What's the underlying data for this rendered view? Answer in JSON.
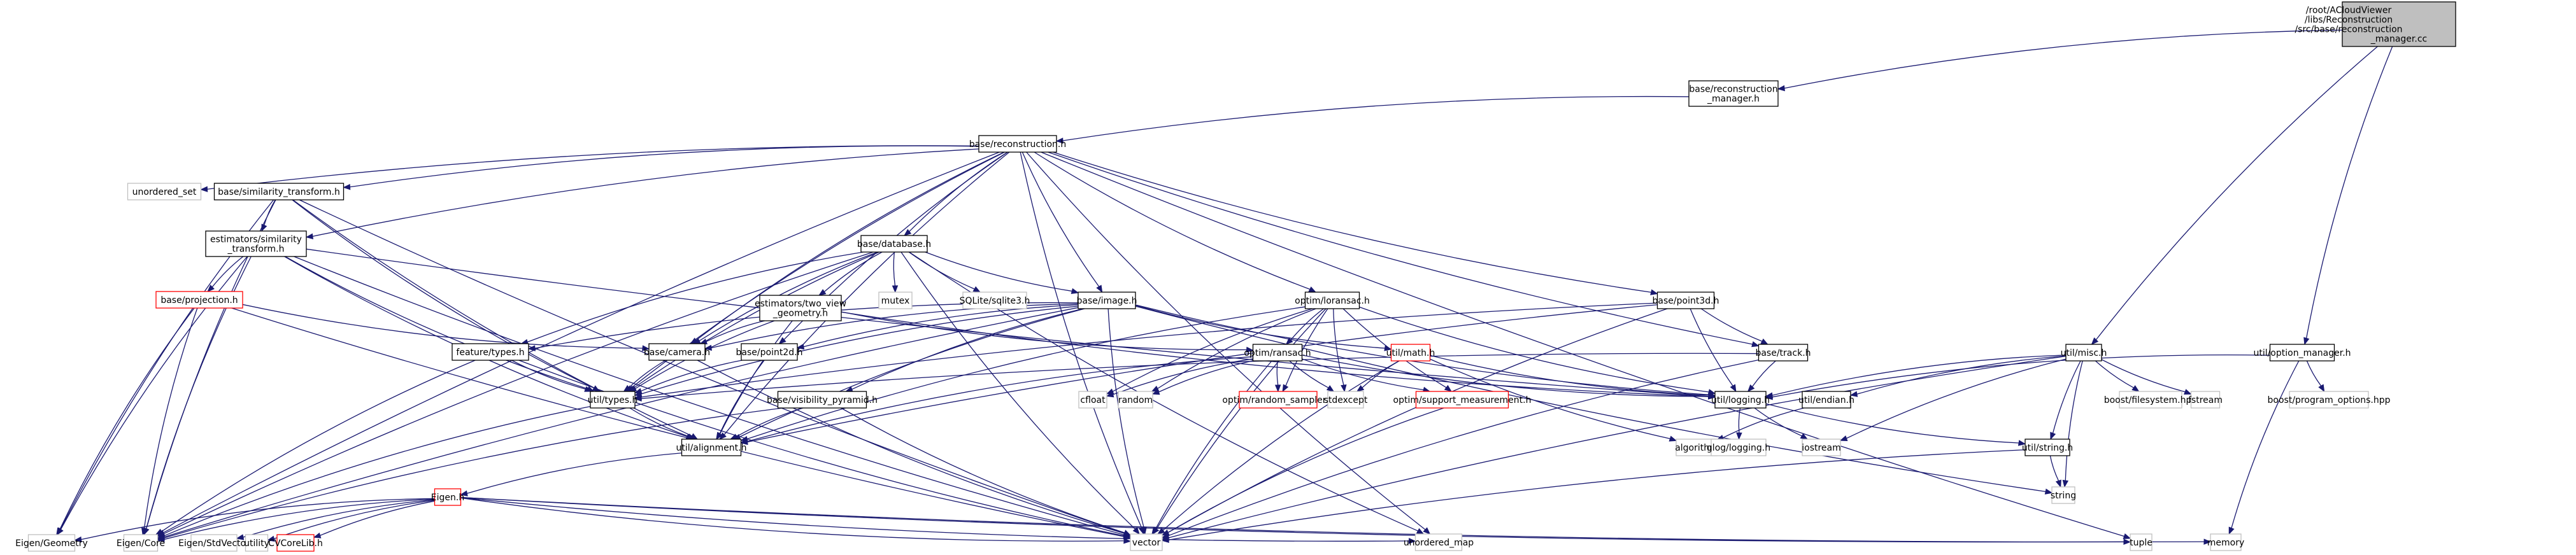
{
  "title": "Include dependency graph for reconstruction_manager.cc",
  "colors": {
    "edge": "#191970",
    "root_fill": "#bfbfbf",
    "documented_border": "#000000",
    "undocumented_border": "#ff0000",
    "external_border": "#bfbfbf"
  },
  "nodes": [
    {
      "id": "root",
      "label": [
        "/root/ACloudViewer",
        "/libs/Reconstruction",
        "/src/base/reconstruction",
        "_manager.cc"
      ],
      "kind": "root"
    },
    {
      "id": "recon_manager_h",
      "label": [
        "base/reconstruction",
        "_manager.h"
      ],
      "kind": "documented"
    },
    {
      "id": "reconstruction_h",
      "label": [
        "base/reconstruction.h"
      ],
      "kind": "documented"
    },
    {
      "id": "unordered_set",
      "label": [
        "unordered_set"
      ],
      "kind": "external"
    },
    {
      "id": "similarity_transform_h",
      "label": [
        "base/similarity_transform.h"
      ],
      "kind": "documented"
    },
    {
      "id": "est_similarity_h",
      "label": [
        "estimators/similarity",
        "_transform.h"
      ],
      "kind": "documented"
    },
    {
      "id": "projection_h",
      "label": [
        "base/projection.h"
      ],
      "kind": "undocumented"
    },
    {
      "id": "database_h",
      "label": [
        "base/database.h"
      ],
      "kind": "documented"
    },
    {
      "id": "two_view_h",
      "label": [
        "estimators/two_view",
        "_geometry.h"
      ],
      "kind": "documented"
    },
    {
      "id": "mutex",
      "label": [
        "mutex"
      ],
      "kind": "external"
    },
    {
      "id": "sqlite",
      "label": [
        "SQLite/sqlite3.h"
      ],
      "kind": "external"
    },
    {
      "id": "image_h",
      "label": [
        "base/image.h"
      ],
      "kind": "documented"
    },
    {
      "id": "feature_types_h",
      "label": [
        "feature/types.h"
      ],
      "kind": "documented"
    },
    {
      "id": "camera_h",
      "label": [
        "base/camera.h"
      ],
      "kind": "documented"
    },
    {
      "id": "point2d_h",
      "label": [
        "base/point2d.h"
      ],
      "kind": "documented"
    },
    {
      "id": "types_h",
      "label": [
        "util/types.h"
      ],
      "kind": "documented"
    },
    {
      "id": "vis_pyramid_h",
      "label": [
        "base/visibility_pyramid.h"
      ],
      "kind": "documented"
    },
    {
      "id": "alignment_h",
      "label": [
        "util/alignment.h"
      ],
      "kind": "documented"
    },
    {
      "id": "loransac_h",
      "label": [
        "optim/loransac.h"
      ],
      "kind": "documented"
    },
    {
      "id": "ransac_h",
      "label": [
        "optim/ransac.h"
      ],
      "kind": "documented"
    },
    {
      "id": "math_h",
      "label": [
        "util/math.h"
      ],
      "kind": "undocumented"
    },
    {
      "id": "cfloat",
      "label": [
        "cfloat"
      ],
      "kind": "external"
    },
    {
      "id": "random",
      "label": [
        "random"
      ],
      "kind": "external"
    },
    {
      "id": "random_sampler_h",
      "label": [
        "optim/random_sampler.h"
      ],
      "kind": "undocumented"
    },
    {
      "id": "stdexcept",
      "label": [
        "stdexcept"
      ],
      "kind": "external"
    },
    {
      "id": "support_meas_h",
      "label": [
        "optim/support_measurement.h"
      ],
      "kind": "undocumented"
    },
    {
      "id": "point3d_h",
      "label": [
        "base/point3d.h"
      ],
      "kind": "documented"
    },
    {
      "id": "track_h",
      "label": [
        "base/track.h"
      ],
      "kind": "documented"
    },
    {
      "id": "logging_h",
      "label": [
        "util/logging.h"
      ],
      "kind": "documented"
    },
    {
      "id": "endian_h",
      "label": [
        "util/endian.h"
      ],
      "kind": "documented"
    },
    {
      "id": "algorithm",
      "label": [
        "algorithm"
      ],
      "kind": "external"
    },
    {
      "id": "glog",
      "label": [
        "glog/logging.h"
      ],
      "kind": "external"
    },
    {
      "id": "iostream",
      "label": [
        "iostream"
      ],
      "kind": "external"
    },
    {
      "id": "misc_h",
      "label": [
        "util/misc.h"
      ],
      "kind": "documented"
    },
    {
      "id": "string_h",
      "label": [
        "util/string.h"
      ],
      "kind": "documented"
    },
    {
      "id": "boost_fs",
      "label": [
        "boost/filesystem.hpp"
      ],
      "kind": "external"
    },
    {
      "id": "fstream",
      "label": [
        "fstream"
      ],
      "kind": "external"
    },
    {
      "id": "option_manager_h",
      "label": [
        "util/option_manager.h"
      ],
      "kind": "documented"
    },
    {
      "id": "boost_po",
      "label": [
        "boost/program_options.hpp"
      ],
      "kind": "external"
    },
    {
      "id": "eigen_h",
      "label": [
        "Eigen.h"
      ],
      "kind": "undocumented"
    },
    {
      "id": "eigen_geometry",
      "label": [
        "Eigen/Geometry"
      ],
      "kind": "external"
    },
    {
      "id": "eigen_core",
      "label": [
        "Eigen/Core"
      ],
      "kind": "external"
    },
    {
      "id": "eigen_stdvector",
      "label": [
        "Eigen/StdVector"
      ],
      "kind": "external"
    },
    {
      "id": "utility",
      "label": [
        "utility"
      ],
      "kind": "external"
    },
    {
      "id": "cvcorelib_h",
      "label": [
        "CVCoreLib.h"
      ],
      "kind": "undocumented"
    },
    {
      "id": "vector",
      "label": [
        "vector"
      ],
      "kind": "external"
    },
    {
      "id": "unordered_map",
      "label": [
        "unordered_map"
      ],
      "kind": "external"
    },
    {
      "id": "tuple",
      "label": [
        "tuple"
      ],
      "kind": "external"
    },
    {
      "id": "memory",
      "label": [
        "memory"
      ],
      "kind": "external"
    },
    {
      "id": "string",
      "label": [
        "string"
      ],
      "kind": "external"
    }
  ],
  "edges": [
    [
      "root",
      "recon_manager_h"
    ],
    [
      "root",
      "misc_h"
    ],
    [
      "root",
      "option_manager_h"
    ],
    [
      "recon_manager_h",
      "reconstruction_h"
    ],
    [
      "reconstruction_h",
      "unordered_set"
    ],
    [
      "reconstruction_h",
      "similarity_transform_h"
    ],
    [
      "reconstruction_h",
      "est_similarity_h"
    ],
    [
      "reconstruction_h",
      "database_h"
    ],
    [
      "reconstruction_h",
      "image_h"
    ],
    [
      "reconstruction_h",
      "camera_h"
    ],
    [
      "reconstruction_h",
      "point2d_h"
    ],
    [
      "reconstruction_h",
      "types_h"
    ],
    [
      "reconstruction_h",
      "alignment_h"
    ],
    [
      "reconstruction_h",
      "loransac_h"
    ],
    [
      "reconstruction_h",
      "point3d_h"
    ],
    [
      "reconstruction_h",
      "track_h"
    ],
    [
      "reconstruction_h",
      "vector"
    ],
    [
      "reconstruction_h",
      "unordered_map"
    ],
    [
      "reconstruction_h",
      "tuple"
    ],
    [
      "reconstruction_h",
      "eigen_core"
    ],
    [
      "similarity_transform_h",
      "est_similarity_h"
    ],
    [
      "similarity_transform_h",
      "eigen_geometry"
    ],
    [
      "similarity_transform_h",
      "eigen_core"
    ],
    [
      "similarity_transform_h",
      "types_h"
    ],
    [
      "similarity_transform_h",
      "alignment_h"
    ],
    [
      "similarity_transform_h",
      "vector"
    ],
    [
      "est_similarity_h",
      "projection_h"
    ],
    [
      "est_similarity_h",
      "eigen_geometry"
    ],
    [
      "est_similarity_h",
      "eigen_core"
    ],
    [
      "est_similarity_h",
      "types_h"
    ],
    [
      "est_similarity_h",
      "alignment_h"
    ],
    [
      "est_similarity_h",
      "vector"
    ],
    [
      "est_similarity_h",
      "logging_h"
    ],
    [
      "projection_h",
      "camera_h"
    ],
    [
      "projection_h",
      "eigen_geometry"
    ],
    [
      "projection_h",
      "eigen_core"
    ],
    [
      "projection_h",
      "vector"
    ],
    [
      "database_h",
      "two_view_h"
    ],
    [
      "database_h",
      "mutex"
    ],
    [
      "database_h",
      "sqlite"
    ],
    [
      "database_h",
      "image_h"
    ],
    [
      "database_h",
      "feature_types_h"
    ],
    [
      "database_h",
      "camera_h"
    ],
    [
      "database_h",
      "types_h"
    ],
    [
      "database_h",
      "eigen_core"
    ],
    [
      "database_h",
      "vector"
    ],
    [
      "database_h",
      "unordered_map"
    ],
    [
      "two_view_h",
      "camera_h"
    ],
    [
      "two_view_h",
      "types_h"
    ],
    [
      "two_view_h",
      "alignment_h"
    ],
    [
      "two_view_h",
      "ransac_h"
    ],
    [
      "two_view_h",
      "logging_h"
    ],
    [
      "image_h",
      "camera_h"
    ],
    [
      "image_h",
      "point2d_h"
    ],
    [
      "image_h",
      "types_h"
    ],
    [
      "image_h",
      "alignment_h"
    ],
    [
      "image_h",
      "vis_pyramid_h"
    ],
    [
      "image_h",
      "math_h"
    ],
    [
      "image_h",
      "logging_h"
    ],
    [
      "image_h",
      "feature_types_h"
    ],
    [
      "image_h",
      "vector"
    ],
    [
      "image_h",
      "string"
    ],
    [
      "image_h",
      "eigen_core"
    ],
    [
      "feature_types_h",
      "types_h"
    ],
    [
      "feature_types_h",
      "eigen_core"
    ],
    [
      "feature_types_h",
      "vector"
    ],
    [
      "camera_h",
      "types_h"
    ],
    [
      "camera_h",
      "vector"
    ],
    [
      "point2d_h",
      "types_h"
    ],
    [
      "point2d_h",
      "alignment_h"
    ],
    [
      "types_h",
      "alignment_h"
    ],
    [
      "types_h",
      "eigen_core"
    ],
    [
      "vis_pyramid_h",
      "alignment_h"
    ],
    [
      "vis_pyramid_h",
      "eigen_core"
    ],
    [
      "vis_pyramid_h",
      "vector"
    ],
    [
      "alignment_h",
      "eigen_h"
    ],
    [
      "eigen_h",
      "eigen_geometry"
    ],
    [
      "eigen_h",
      "eigen_core"
    ],
    [
      "eigen_h",
      "eigen_stdvector"
    ],
    [
      "eigen_h",
      "utility"
    ],
    [
      "eigen_h",
      "cvcorelib_h"
    ],
    [
      "eigen_h",
      "vector"
    ],
    [
      "eigen_h",
      "unordered_map"
    ],
    [
      "eigen_h",
      "tuple"
    ],
    [
      "eigen_h",
      "memory"
    ],
    [
      "loransac_h",
      "ransac_h"
    ],
    [
      "loransac_h",
      "random_sampler_h"
    ],
    [
      "loransac_h",
      "stdexcept"
    ],
    [
      "loransac_h",
      "support_meas_h"
    ],
    [
      "loransac_h",
      "cfloat"
    ],
    [
      "loransac_h",
      "random"
    ],
    [
      "loransac_h",
      "alignment_h"
    ],
    [
      "loransac_h",
      "logging_h"
    ],
    [
      "loransac_h",
      "vector"
    ],
    [
      "ransac_h",
      "random_sampler_h"
    ],
    [
      "ransac_h",
      "stdexcept"
    ],
    [
      "ransac_h",
      "support_meas_h"
    ],
    [
      "ransac_h",
      "cfloat"
    ],
    [
      "ransac_h",
      "random"
    ],
    [
      "ransac_h",
      "alignment_h"
    ],
    [
      "ransac_h",
      "logging_h"
    ],
    [
      "ransac_h",
      "vector"
    ],
    [
      "math_h",
      "stdexcept"
    ],
    [
      "math_h",
      "algorithm"
    ],
    [
      "math_h",
      "logging_h"
    ],
    [
      "math_h",
      "vector"
    ],
    [
      "support_meas_h",
      "vector"
    ],
    [
      "point3d_h",
      "track_h"
    ],
    [
      "point3d_h",
      "logging_h"
    ],
    [
      "point3d_h",
      "types_h"
    ],
    [
      "point3d_h",
      "alignment_h"
    ],
    [
      "point3d_h",
      "vector"
    ],
    [
      "track_h",
      "logging_h"
    ],
    [
      "track_h",
      "types_h"
    ],
    [
      "track_h",
      "vector"
    ],
    [
      "logging_h",
      "glog"
    ],
    [
      "logging_h",
      "iostream"
    ],
    [
      "logging_h",
      "string_h"
    ],
    [
      "endian_h",
      "algorithm"
    ],
    [
      "misc_h",
      "logging_h"
    ],
    [
      "misc_h",
      "endian_h"
    ],
    [
      "misc_h",
      "string_h"
    ],
    [
      "misc_h",
      "boost_fs"
    ],
    [
      "misc_h",
      "fstream"
    ],
    [
      "misc_h",
      "iostream"
    ],
    [
      "misc_h",
      "string"
    ],
    [
      "misc_h",
      "vector"
    ],
    [
      "string_h",
      "string"
    ],
    [
      "string_h",
      "vector"
    ],
    [
      "option_manager_h",
      "boost_po"
    ],
    [
      "option_manager_h",
      "memory"
    ],
    [
      "option_manager_h",
      "logging_h"
    ]
  ]
}
